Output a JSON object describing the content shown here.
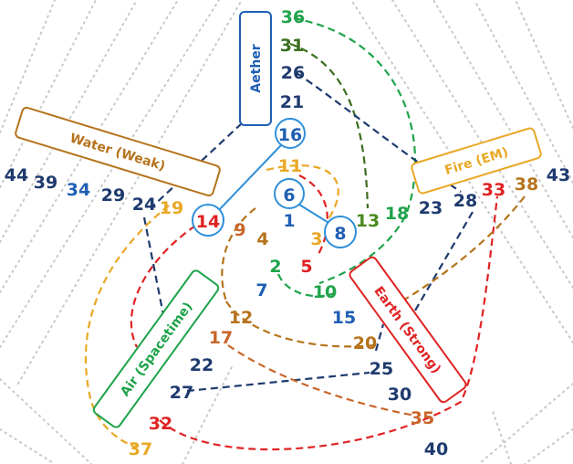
{
  "colors": {
    "aether": "#1f5fb4",
    "water": "#b5731b",
    "fire": "#e9a825",
    "earth": "#e02222",
    "air": "#1fa34a",
    "navy": "#1e3a6e",
    "ring": "#2e8fd8",
    "grey": "#c8c8c8"
  },
  "labels": [
    {
      "key": "aether",
      "text": "Aether"
    },
    {
      "key": "water",
      "text": "Water (Weak)"
    },
    {
      "key": "fire",
      "text": "Fire (EM)"
    },
    {
      "key": "earth",
      "text": "Earth (Strong)"
    },
    {
      "key": "air",
      "text": "Air (Spacetime)"
    }
  ],
  "numbers": [
    {
      "n": "1",
      "color": "#1f5fb4"
    },
    {
      "n": "2",
      "color": "#1fa34a"
    },
    {
      "n": "3",
      "color": "#e9a825"
    },
    {
      "n": "4",
      "color": "#b5731b"
    },
    {
      "n": "5",
      "color": "#e02222"
    },
    {
      "n": "6",
      "color": "#1f5fb4"
    },
    {
      "n": "7",
      "color": "#1f5fb4"
    },
    {
      "n": "8",
      "color": "#1f5fb4"
    },
    {
      "n": "9",
      "color": "#c8662a"
    },
    {
      "n": "10",
      "color": "#1fa34a"
    },
    {
      "n": "11",
      "color": "#e9a825"
    },
    {
      "n": "12",
      "color": "#b5731b"
    },
    {
      "n": "13",
      "color": "#4a8a1e"
    },
    {
      "n": "14",
      "color": "#e02222"
    },
    {
      "n": "15",
      "color": "#1f5fb4"
    },
    {
      "n": "16",
      "color": "#1f5fb4"
    },
    {
      "n": "17",
      "color": "#c8662a"
    },
    {
      "n": "18",
      "color": "#1fa34a"
    },
    {
      "n": "19",
      "color": "#e9a825"
    },
    {
      "n": "20",
      "color": "#b5731b"
    },
    {
      "n": "21",
      "color": "#1e3a6e"
    },
    {
      "n": "22",
      "color": "#1e3a6e"
    },
    {
      "n": "23",
      "color": "#1e3a6e"
    },
    {
      "n": "24",
      "color": "#1e3a6e"
    },
    {
      "n": "25",
      "color": "#1e3a6e"
    },
    {
      "n": "26",
      "color": "#1e3a6e"
    },
    {
      "n": "27",
      "color": "#1e3a6e"
    },
    {
      "n": "28",
      "color": "#1e3a6e"
    },
    {
      "n": "29",
      "color": "#1e3a6e"
    },
    {
      "n": "30",
      "color": "#1e3a6e"
    },
    {
      "n": "31",
      "color": "#3b6e1e"
    },
    {
      "n": "32",
      "color": "#e02222"
    },
    {
      "n": "33",
      "color": "#e02222"
    },
    {
      "n": "34",
      "color": "#1f5fb4"
    },
    {
      "n": "35",
      "color": "#c8662a"
    },
    {
      "n": "36",
      "color": "#1fa34a"
    },
    {
      "n": "37",
      "color": "#e9a825"
    },
    {
      "n": "38",
      "color": "#b5731b"
    },
    {
      "n": "39",
      "color": "#1e3a6e"
    },
    {
      "n": "40",
      "color": "#1e3a6e"
    },
    {
      "n": "43",
      "color": "#1e3a6e"
    },
    {
      "n": "44",
      "color": "#1e3a6e"
    }
  ]
}
